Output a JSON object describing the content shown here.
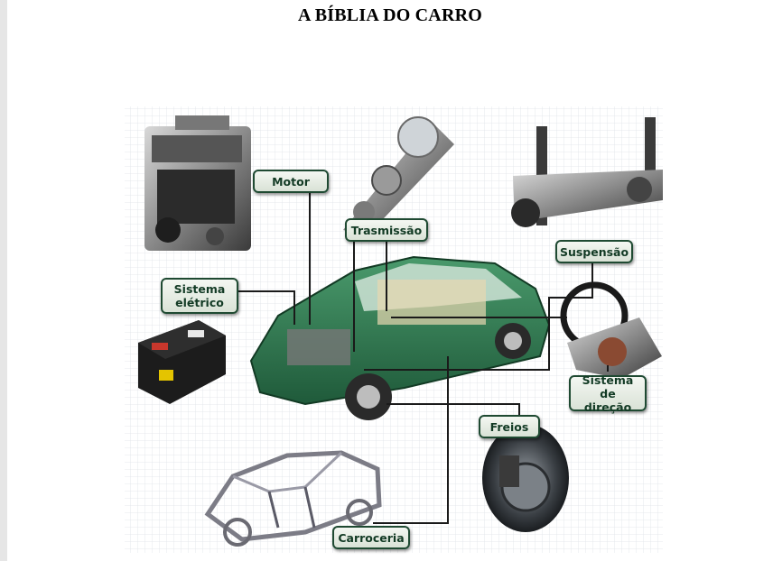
{
  "document": {
    "title": "A BÍBLIA DO CARRO"
  },
  "figure": {
    "callouts": {
      "motor": "Motor",
      "transmissao": "Trasmissão",
      "suspensao": "Suspensão",
      "sistema_eletrico": "Sistema\nelétrico",
      "sistema_direcao": "Sistema\nde direção",
      "freios": "Freios",
      "carroceria": "Carroceria"
    },
    "colors": {
      "car_body": "#2f7a52",
      "callout_border": "#1f4a32",
      "leader_line": "#1a1a1a"
    }
  }
}
